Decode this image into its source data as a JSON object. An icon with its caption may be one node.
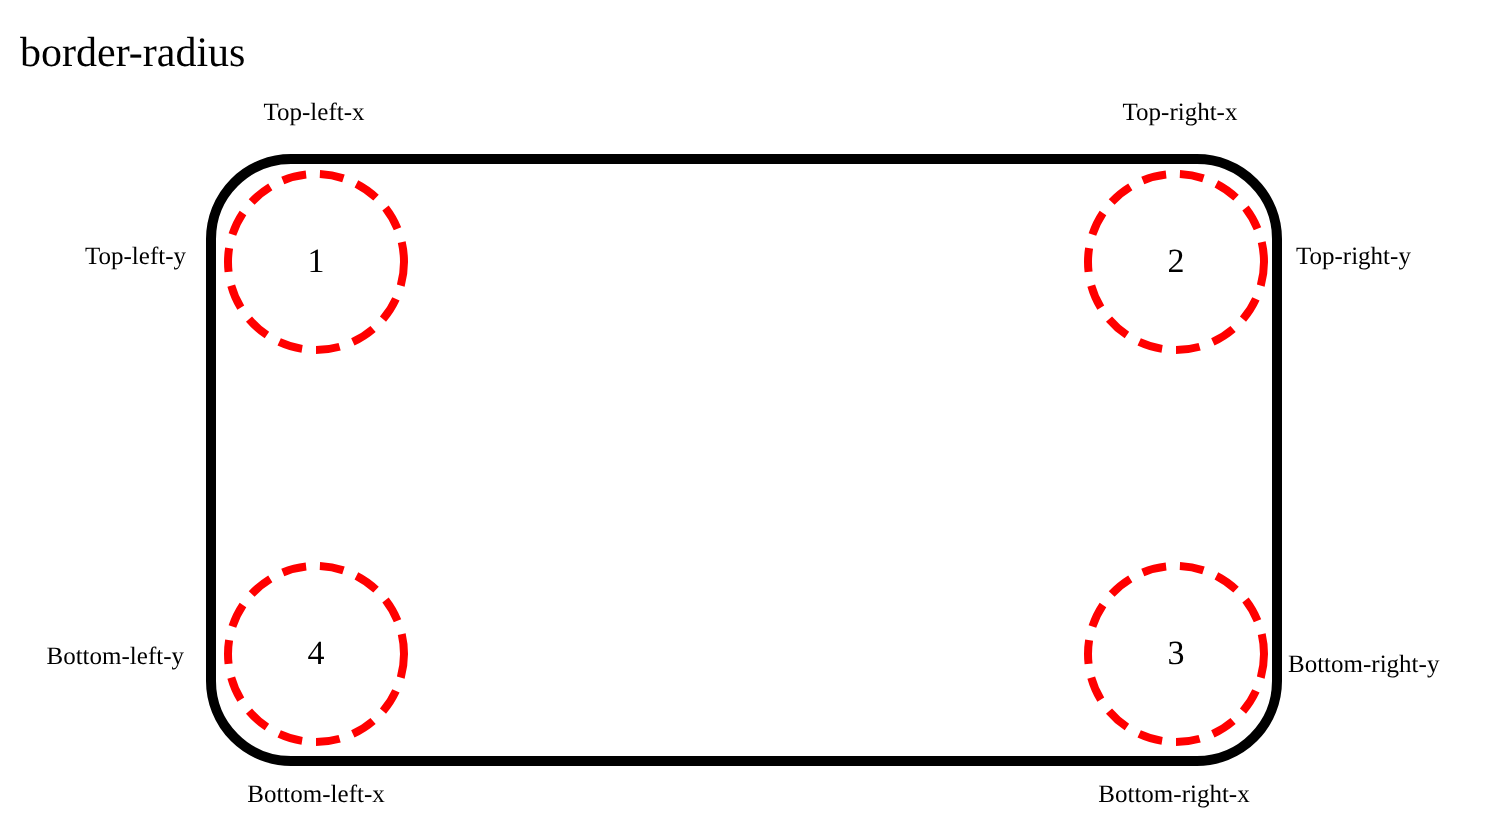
{
  "diagram": {
    "title": "border-radius",
    "nodes": [
      {
        "text": [],
        "shape": "box"
      },
      {
        "text": [
          "1"
        ],
        "in": 0
      },
      {
        "text": [
          "2"
        ],
        "in": 0
      },
      {
        "text": [
          "4"
        ],
        "in": 0
      },
      {
        "text": [
          "3"
        ],
        "in": 0
      }
    ],
    "labels": [
      "Top-left-x",
      "Top-right-x",
      "Top-left-y",
      "Top-right-y",
      "Bottom-left-y",
      "Bottom-right-y",
      "Bottom-left-x",
      "Bottom-right-x"
    ]
  }
}
